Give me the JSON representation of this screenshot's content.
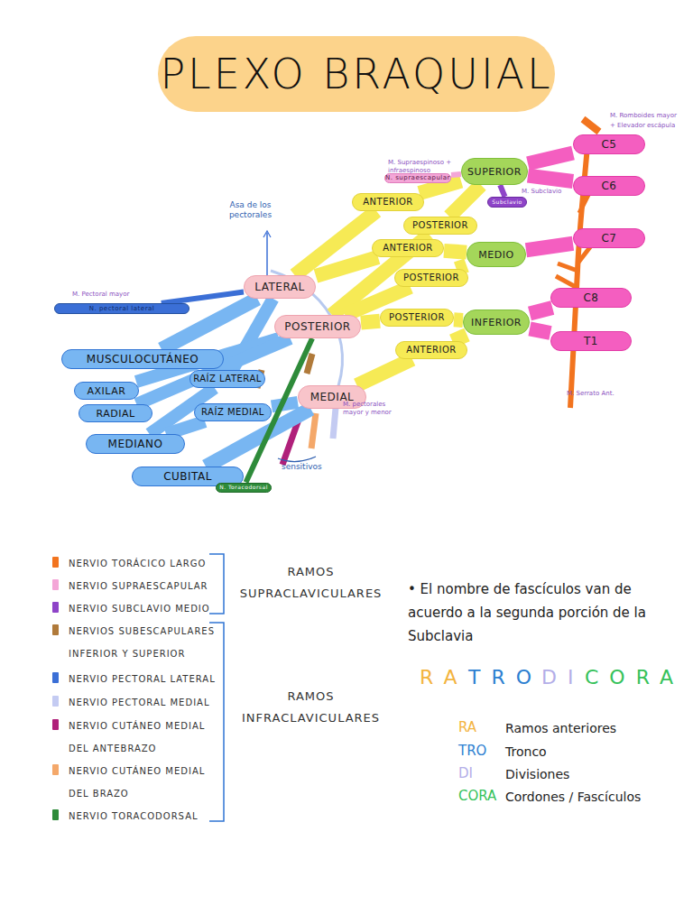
{
  "diagram": {
    "title": "PLEXO BRAQUIAL",
    "nodes": [
      {
        "text": [
          "C5"
        ]
      },
      {
        "text": [
          "C6"
        ]
      },
      {
        "text": [
          "C7"
        ]
      },
      {
        "text": [
          "C8"
        ]
      },
      {
        "text": [
          "T1"
        ]
      },
      {
        "text": [
          "SUPERIOR"
        ]
      },
      {
        "text": [
          "MEDIO"
        ]
      },
      {
        "text": [
          "INFERIOR"
        ]
      },
      {
        "text": [
          "ANTERIOR"
        ]
      },
      {
        "text": [
          "POSTERIOR"
        ]
      },
      {
        "text": [
          "ANTERIOR"
        ]
      },
      {
        "text": [
          "POSTERIOR"
        ]
      },
      {
        "text": [
          "POSTERIOR"
        ]
      },
      {
        "text": [
          "ANTERIOR"
        ]
      },
      {
        "text": [
          "LATERAL"
        ]
      },
      {
        "text": [
          "POSTERIOR"
        ]
      },
      {
        "text": [
          "MEDIAL"
        ]
      },
      {
        "text": [
          "MUSCULOCUTÁNEO"
        ]
      },
      {
        "text": [
          "AXILAR"
        ]
      },
      {
        "text": [
          "RADIAL"
        ]
      },
      {
        "text": [
          "MEDIANO"
        ]
      },
      {
        "text": [
          "CUBITAL"
        ]
      },
      {
        "text": [
          "RAÍZ LATERAL"
        ]
      },
      {
        "text": [
          "RAÍZ MEDIAL"
        ]
      },
      {
        "text": [
          "N. pectoral lateral"
        ]
      },
      {
        "text": [
          "N. supraescapular"
        ]
      },
      {
        "text": [
          "Subclavio"
        ]
      },
      {
        "text": [
          "N. Toracodorsal"
        ]
      }
    ],
    "edges": [
      {
        "from": 0,
        "to": 5,
        "arrow": "none"
      },
      {
        "from": 1,
        "to": 5,
        "arrow": "none"
      },
      {
        "from": 2,
        "to": 6,
        "arrow": "none"
      },
      {
        "from": 3,
        "to": 7,
        "arrow": "none"
      },
      {
        "from": 4,
        "to": 7,
        "arrow": "none"
      },
      {
        "from": 5,
        "to": 8,
        "arrow": "none"
      },
      {
        "from": 5,
        "to": 9,
        "arrow": "none"
      },
      {
        "from": 6,
        "to": 10,
        "arrow": "none"
      },
      {
        "from": 6,
        "to": 11,
        "arrow": "none"
      },
      {
        "from": 7,
        "to": 12,
        "arrow": "none"
      },
      {
        "from": 7,
        "to": 13,
        "arrow": "none"
      },
      {
        "from": 8,
        "to": 14,
        "arrow": "none"
      },
      {
        "from": 10,
        "to": 14,
        "arrow": "none"
      },
      {
        "from": 9,
        "to": 15,
        "arrow": "none"
      },
      {
        "from": 11,
        "to": 15,
        "arrow": "none"
      },
      {
        "from": 12,
        "to": 15,
        "arrow": "none"
      },
      {
        "from": 13,
        "to": 16,
        "arrow": "none"
      },
      {
        "from": 14,
        "to": 17,
        "arrow": "none"
      },
      {
        "from": 14,
        "to": 22,
        "arrow": "none"
      },
      {
        "from": 22,
        "to": 20,
        "arrow": "none"
      },
      {
        "from": 16,
        "to": 23,
        "arrow": "none"
      },
      {
        "from": 23,
        "to": 20,
        "arrow": "none"
      },
      {
        "from": 16,
        "to": 21,
        "arrow": "none"
      },
      {
        "from": 15,
        "to": 18,
        "arrow": "none"
      },
      {
        "from": 15,
        "to": 19,
        "arrow": "none"
      },
      {
        "from": 14,
        "to": 24,
        "arrow": "none"
      },
      {
        "from": 5,
        "to": 25,
        "arrow": "none"
      },
      {
        "from": 5,
        "to": 26,
        "arrow": "none"
      },
      {
        "from": 15,
        "to": 27,
        "arrow": "none"
      }
    ],
    "labels": [
      "Asa de los pectorales",
      "M. Pectoral mayor",
      "M. Supraespinoso + infraespinoso",
      "M. Subclavio",
      "M. Romboides mayor",
      "+ Elevador escápula",
      "M. Serrato Ant.",
      "M. pectorales mayor y menor",
      "sensitivos",
      "RAMOS SUPRACLAVICULARES",
      "RAMOS INFRACLAVICULARES",
      "• El nombre de fascículos van de acuerdo a la segunda porción de la Subclavia",
      "RA",
      "TRO",
      "DI",
      "CORA",
      "RA",
      "Ramos anteriores",
      "TRO",
      "Tronco",
      "DI",
      "Divisiones",
      "CORA",
      "Cordones / Fascículos"
    ],
    "legend": [
      {
        "text": "NERVIO TORÁCICO LARGO",
        "color": "#f2741f"
      },
      {
        "text": "NERVIO SUPRAESCAPULAR",
        "color": "#f4a6d7"
      },
      {
        "text": "NERVIO SUBCLAVIO MEDIO",
        "color": "#8e44c8"
      },
      {
        "text": "NERVIOS SUBESCAPULARES INFERIOR Y SUPERIOR",
        "color": "#b07a3a"
      },
      {
        "text": "NERVIO PECTORAL LATERAL",
        "color": "#3b6fd6"
      },
      {
        "text": "NERVIO PECTORAL MEDIAL",
        "color": "#c4cbf2"
      },
      {
        "text": "NERVIO CUTÁNEO MEDIAL DEL ANTEBRAZO",
        "color": "#b0207a"
      },
      {
        "text": "NERVIO CUTÁNEO MEDIAL DEL BRAZO",
        "color": "#f4a86a"
      },
      {
        "text": "NERVIO TORACODORSAL",
        "color": "#2e8b3a"
      }
    ]
  }
}
